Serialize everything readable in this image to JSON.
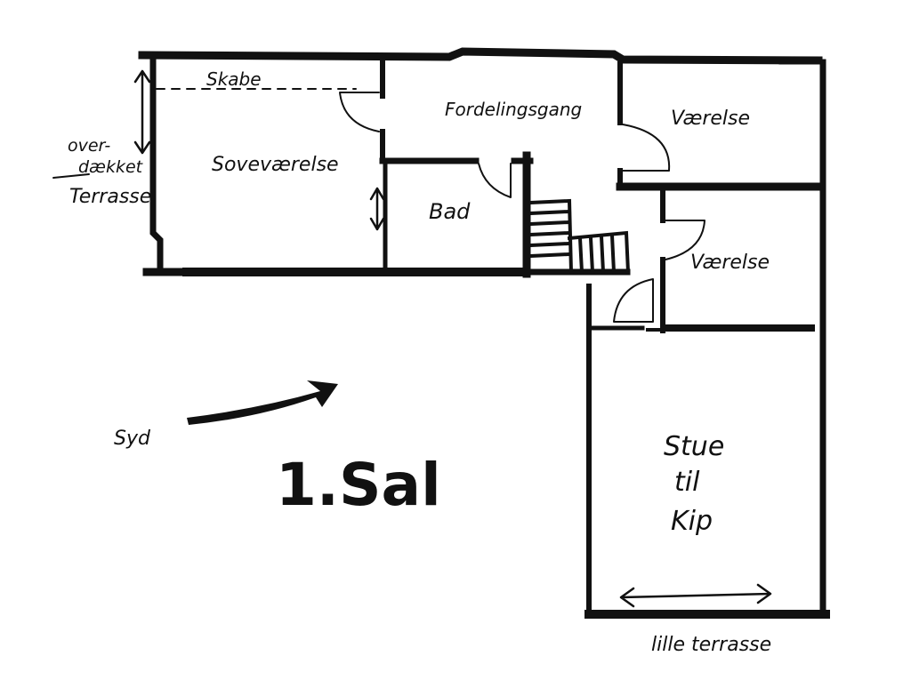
{
  "plan": {
    "title": "1.Sal",
    "rooms": {
      "bedroom": "Soveværelse",
      "hall": "Fordelingsgang",
      "bath": "Bad",
      "room_upper": "Værelse",
      "room_lower": "Værelse",
      "living": [
        "Stue",
        "til",
        "Kip"
      ]
    },
    "annotations": {
      "cabinets": "Skabe",
      "covered_terrace": [
        "over-",
        "dækket",
        "Terrasse"
      ],
      "small_terrace": "lille terrasse",
      "south": "Syd"
    }
  }
}
